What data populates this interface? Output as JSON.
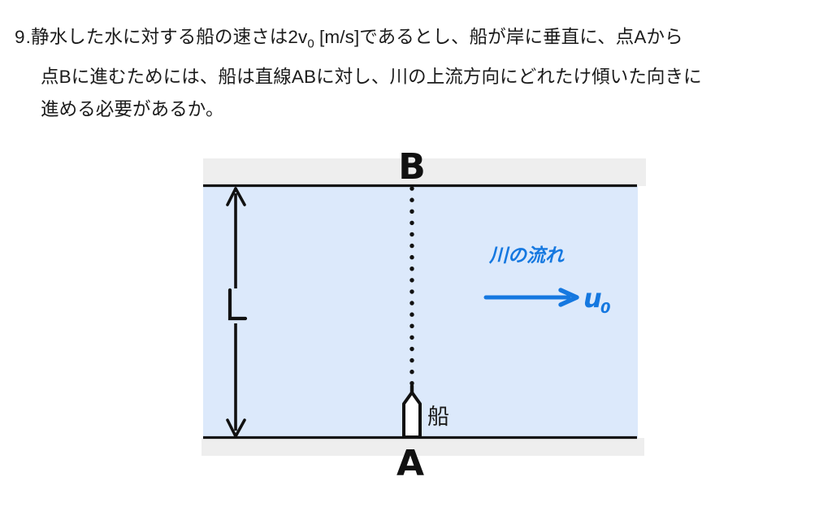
{
  "page": {
    "background_color": "#ffffff",
    "text_color": "#1b1b1b"
  },
  "problem": {
    "number": "9",
    "number_separator": ".",
    "line1": "静水した水に対する船の速さは2v",
    "line1_sub": "0",
    "line1_cont": " [m/s]であるとし、船が岸に垂直に、点Aから",
    "line2": "点Bに進むためには、船は直線ABに対し、川の上流方向にどれたけ傾いた向きに",
    "line3": "進める必要があるか。",
    "full_text": "9. 静水した水に対する船の速さは2v₀ [m/s]であるとし、船が岸に垂直に、点Aから点Bに進むためには、船は直線ABに対し、川の上流方向にどれたけ傾いた向きに進める必要があるか。"
  },
  "diagram": {
    "type": "physics-river-crossing",
    "water_fill_color": "#dce9fb",
    "bank_fill_color": "#eeeeee",
    "bank_line_color": "#111111",
    "annotation_color": "#1578e0",
    "labels": {
      "point_b": "B",
      "point_a": "A",
      "width": "L",
      "boat": "船",
      "flow_caption": "川の流れ",
      "flow_speed": "u",
      "flow_speed_sub": "0"
    },
    "elements": {
      "top_bank": "upper river bank (gray strip)",
      "bottom_bank": "lower river bank (gray strip)",
      "water": "river water (light blue)",
      "dotted_path": "dotted line from A to B",
      "width_arrow": "double-headed vertical arrow labeled L",
      "boat_marker": "boat icon at point A",
      "flow_arrow": "blue horizontal arrow showing current direction"
    },
    "geometry": {
      "river_width_label": "L",
      "boat_speed_still_water": "2v₀ [m/s]",
      "current_speed": "u₀"
    }
  }
}
